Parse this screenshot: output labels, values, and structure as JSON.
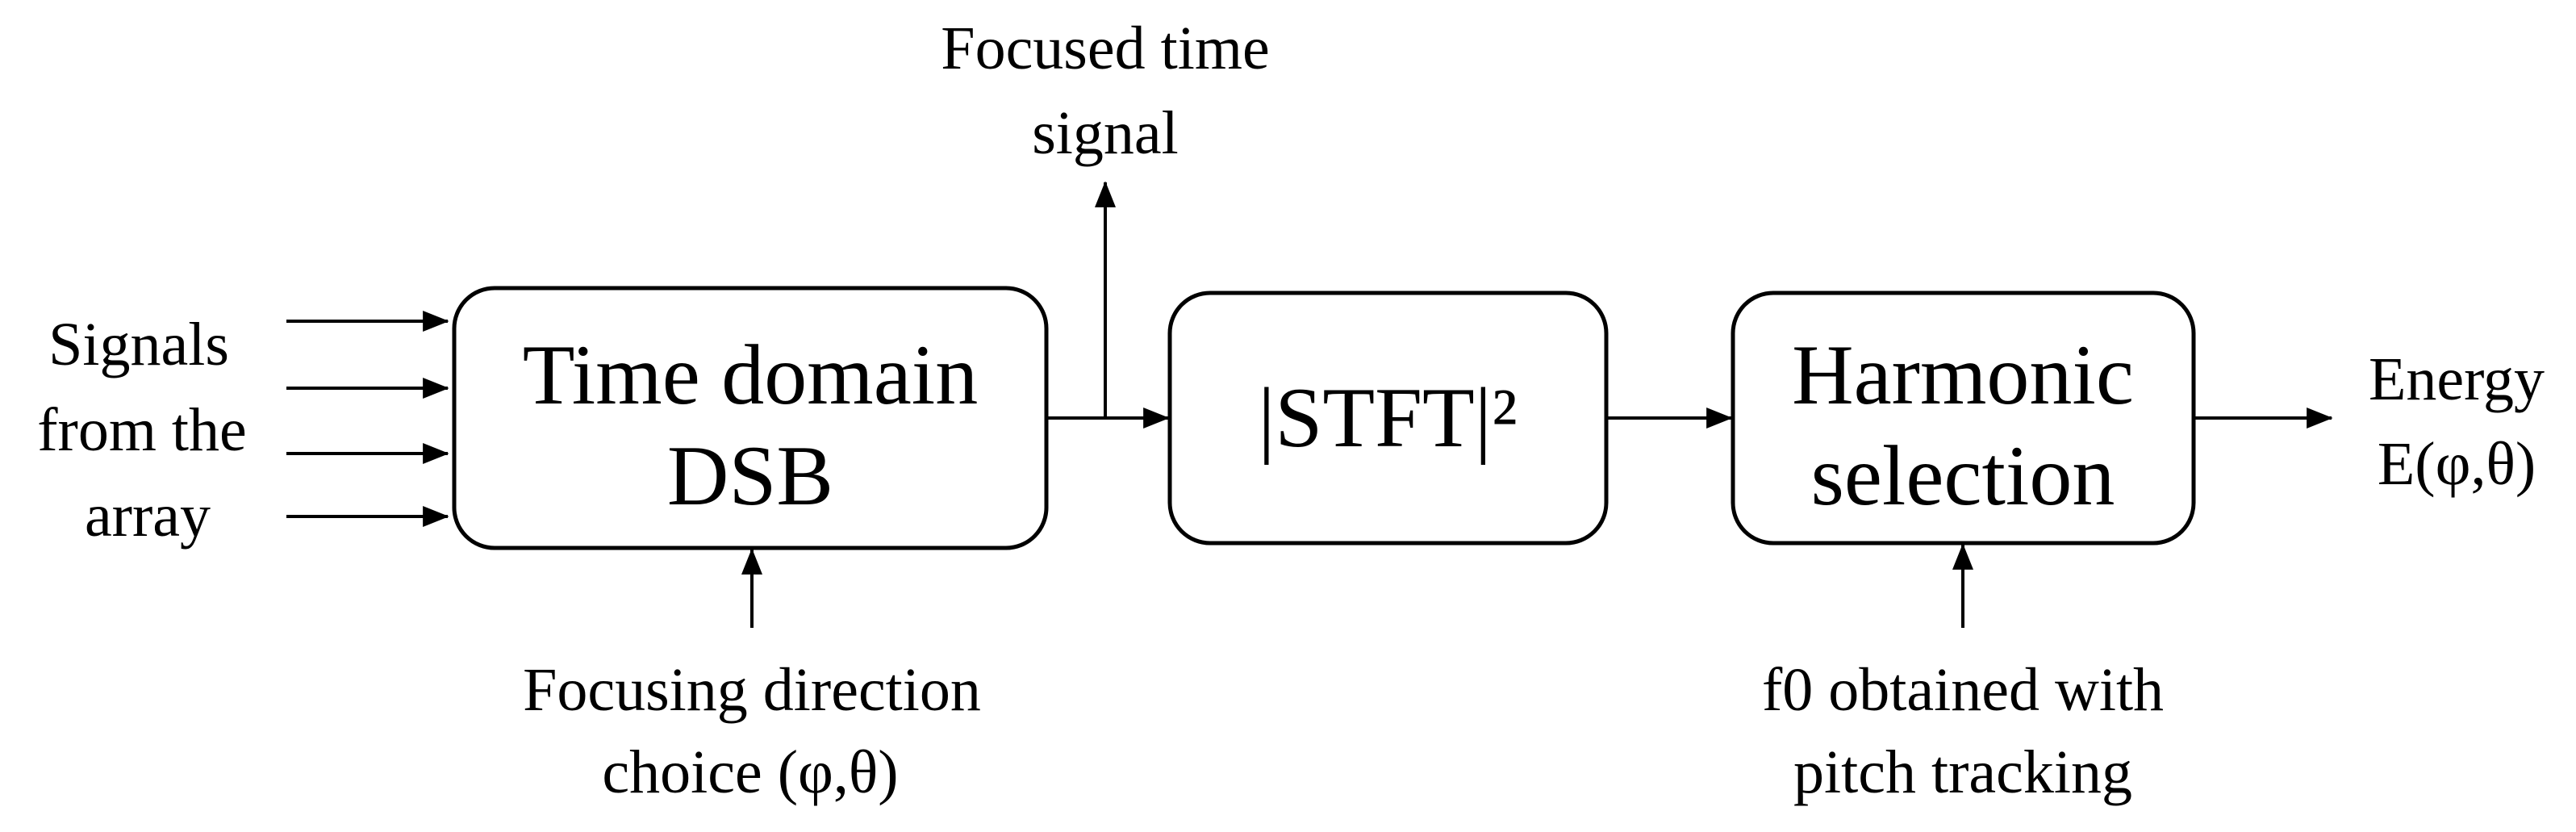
{
  "blocks": {
    "dsb": {
      "line1": "Time domain",
      "line2": "DSB"
    },
    "stft": {
      "label": "|STFT|²"
    },
    "harmonic": {
      "line1": "Harmonic",
      "line2": "selection"
    }
  },
  "inputs": {
    "signals": {
      "line1": "Signals",
      "line2": "from the",
      "line3": "array"
    }
  },
  "outputs": {
    "focused": {
      "line1": "Focused time",
      "line2": "signal"
    },
    "energy": {
      "line1": "Energy",
      "line2": "E(φ,θ)"
    }
  },
  "controls": {
    "focusing": {
      "line1": "Focusing direction",
      "line2": "choice (φ,θ)"
    },
    "pitch": {
      "line1": "f0 obtained with",
      "line2": "pitch tracking"
    }
  }
}
